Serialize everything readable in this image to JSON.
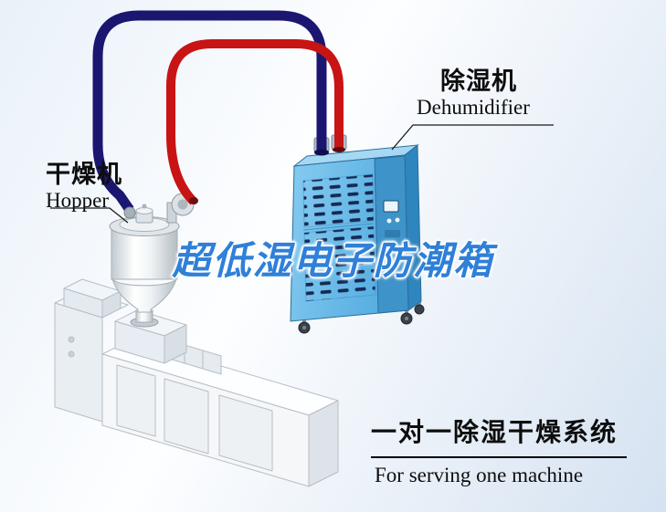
{
  "diagram": {
    "hopper_label": {
      "cn": "干燥机",
      "en": "Hopper"
    },
    "dehumidifier_label": {
      "cn": "除湿机",
      "en": "Dehumidifier"
    },
    "watermark": "超低湿电子防潮箱",
    "caption": {
      "cn": "一对一除湿干燥系统",
      "en": "For serving one machine"
    }
  },
  "colors": {
    "pipe_red": "#c81414",
    "pipe_navy": "#1b1670",
    "cabinet_blue": "#5cb5e6",
    "cabinet_blue_dark": "#3e93c9",
    "cabinet_blue_side": "#2f85bd",
    "cabinet_blue_top": "#a6d8f3",
    "vent_slot": "#152a55",
    "watermark_blue": "#2f80d8",
    "machine_face": "#f5f7f9",
    "machine_side": "#dde3e8",
    "outline_gray": "#b6bec6",
    "text_black": "#111111"
  }
}
